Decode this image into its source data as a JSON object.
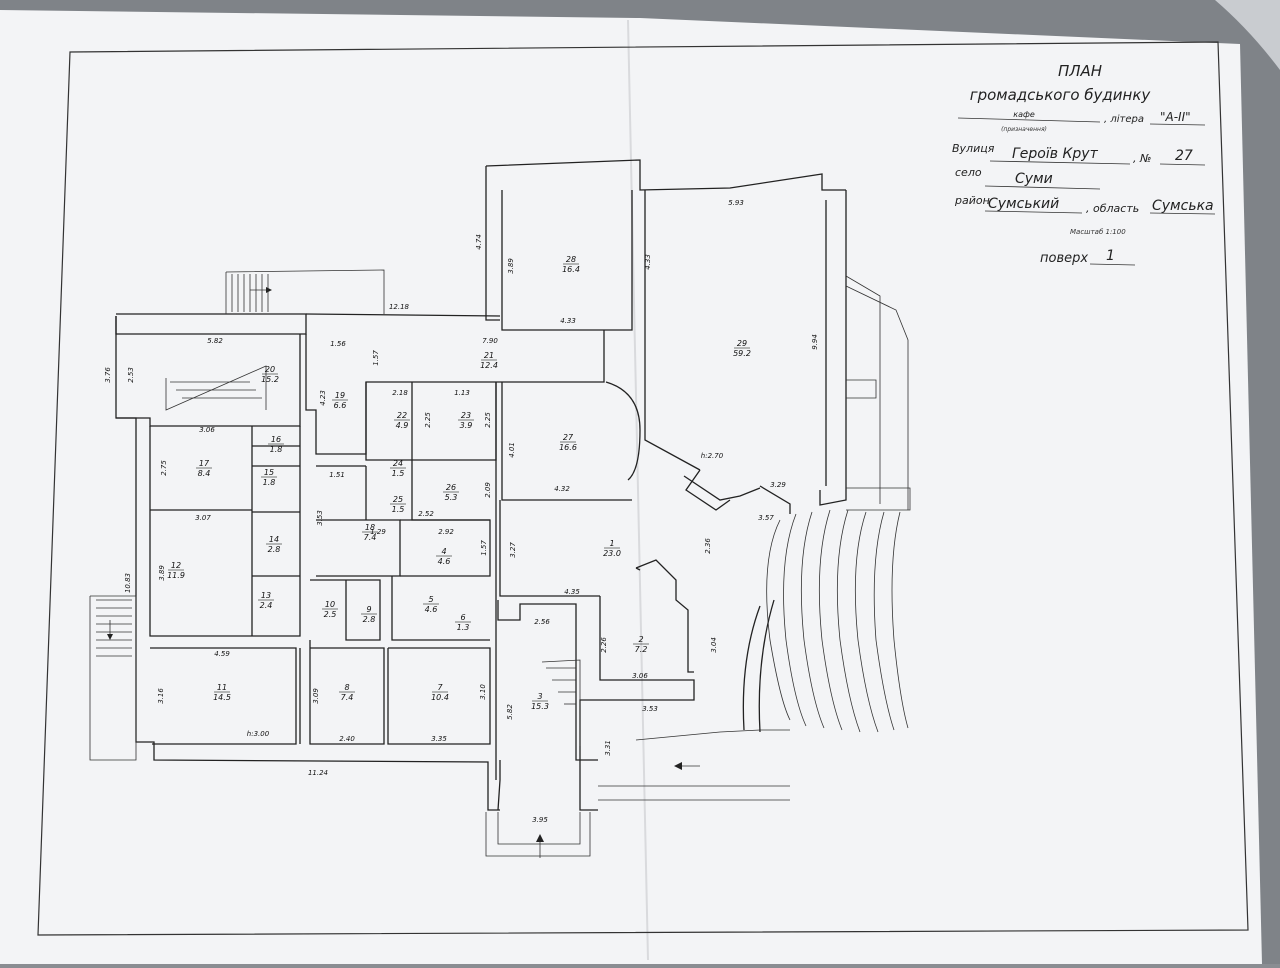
{
  "title_block": {
    "heading": "ПЛАН",
    "subheading": "громадського будинку",
    "purpose_value": "кафе",
    "purpose_caption": "(призначення)",
    "litera_label": ", літера",
    "litera_value": "\"А-ІІ\"",
    "street_label": "Вулиця",
    "street_value": "Героїв Крут",
    "number_label": ", №",
    "number_value": "27",
    "village_label": "село",
    "village_value": "Суми",
    "district_label": "район",
    "district_value": "Сумський",
    "region_label": ", область",
    "region_value": "Сумська",
    "scale": "Масштаб 1:100",
    "floor_label": "поверх",
    "floor_value": "1"
  },
  "rooms": [
    {
      "id": "1",
      "area": "23.0"
    },
    {
      "id": "2",
      "area": "7.2"
    },
    {
      "id": "3",
      "area": "15.3"
    },
    {
      "id": "4",
      "area": "4.6"
    },
    {
      "id": "5",
      "area": "4.6"
    },
    {
      "id": "6",
      "area": "1.3"
    },
    {
      "id": "7",
      "area": "10.4"
    },
    {
      "id": "8",
      "area": "7.4"
    },
    {
      "id": "9",
      "area": "2.8"
    },
    {
      "id": "10",
      "area": "2.5"
    },
    {
      "id": "11",
      "area": "14.5"
    },
    {
      "id": "12",
      "area": "11.9"
    },
    {
      "id": "13",
      "area": "2.4"
    },
    {
      "id": "14",
      "area": "2.8"
    },
    {
      "id": "15",
      "area": "1.8"
    },
    {
      "id": "16",
      "area": "1.8"
    },
    {
      "id": "17",
      "area": "8.4"
    },
    {
      "id": "18",
      "area": "7.4"
    },
    {
      "id": "19",
      "area": "6.6"
    },
    {
      "id": "20",
      "area": "15.2"
    },
    {
      "id": "21",
      "area": "12.4"
    },
    {
      "id": "22",
      "area": "4.9"
    },
    {
      "id": "23",
      "area": "3.9"
    },
    {
      "id": "24",
      "area": "1.5"
    },
    {
      "id": "25",
      "area": "1.5"
    },
    {
      "id": "26",
      "area": "5.3"
    },
    {
      "id": "27",
      "area": "16.6"
    },
    {
      "id": "28",
      "area": "16.4"
    },
    {
      "id": "29",
      "area": "59.2"
    }
  ],
  "dimensions": [
    "12.18",
    "5.82",
    "1.56",
    "7.90",
    "4.33",
    "4.33",
    "5.93",
    "9.94",
    "3.76",
    "2.53",
    "4.23",
    "1.57",
    "2.18",
    "1.13",
    "2.25",
    "2.25",
    "3.06",
    "2.75",
    "1.51",
    "3.07",
    "3.53",
    "1.29",
    "2.92",
    "1.57",
    "3.89",
    "10.83",
    "4.59",
    "3.16",
    "3.09",
    "2.40",
    "3.35",
    "3.10",
    "11.24",
    "2.52",
    "2.09",
    "4.01",
    "4.32",
    "3.29",
    "3.57",
    "2.36",
    "3.27",
    "4.35",
    "2.56",
    "2.26",
    "3.06",
    "3.04",
    "3.53",
    "5.82",
    "3.31",
    "3.95",
    "4.74",
    "3.89"
  ],
  "heights": [
    "h:2.70",
    "h:3.00"
  ]
}
